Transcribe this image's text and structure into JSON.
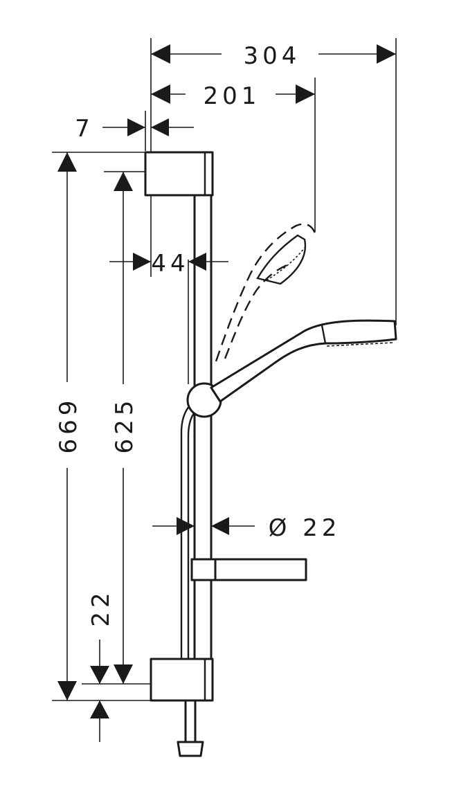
{
  "dimensions": {
    "overall_width": "304",
    "handshower_reach": "201",
    "bracket_offset": "7",
    "wall_gap": "44",
    "overall_height": "669",
    "bracket_spacing": "625",
    "rail_diameter": "Ø 22",
    "bracket_height": "22"
  },
  "colors": {
    "line": "#1a1a1a",
    "background": "#ffffff"
  }
}
